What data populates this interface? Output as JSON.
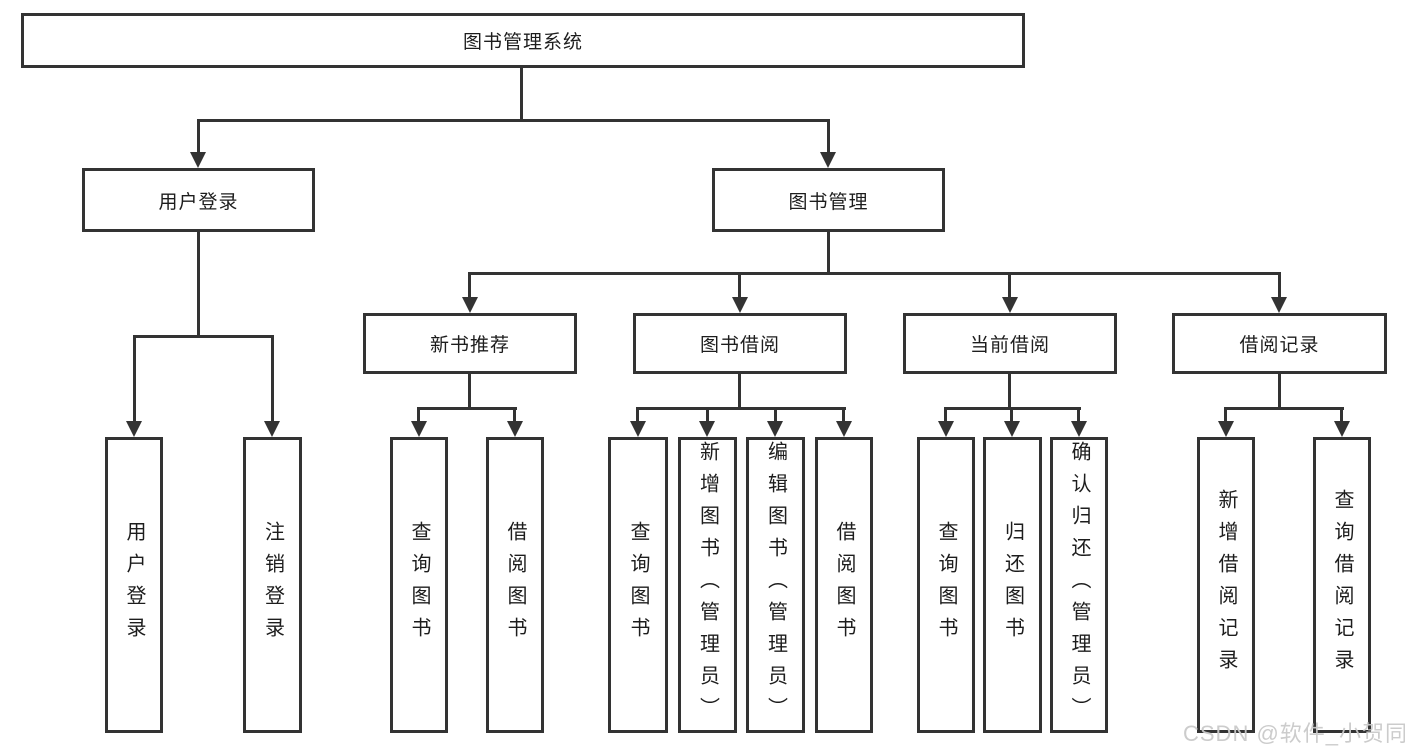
{
  "tree": {
    "root": {
      "label": "图书管理系统",
      "children": [
        {
          "label": "用户登录",
          "children": [
            {
              "label": "用户登录"
            },
            {
              "label": "注销登录"
            }
          ]
        },
        {
          "label": "图书管理",
          "children": [
            {
              "label": "新书推荐",
              "children": [
                {
                  "label": "查询图书"
                },
                {
                  "label": "借阅图书"
                }
              ]
            },
            {
              "label": "图书借阅",
              "children": [
                {
                  "label": "查询图书"
                },
                {
                  "label": "新增图书（管理员）"
                },
                {
                  "label": "编辑图书（管理员）"
                },
                {
                  "label": "借阅图书"
                }
              ]
            },
            {
              "label": "当前借阅",
              "children": [
                {
                  "label": "查询图书"
                },
                {
                  "label": "归还图书"
                },
                {
                  "label": "确认归还（管理员）"
                }
              ]
            },
            {
              "label": "借阅记录",
              "children": [
                {
                  "label": "新增借阅记录"
                },
                {
                  "label": "查询借阅记录"
                }
              ]
            }
          ]
        }
      ]
    }
  },
  "watermark": {
    "text": "CSDN @软件_小贺同学"
  },
  "colors": {
    "line": "#333333",
    "text": "#1d1d1d",
    "watermark": "#c9c9c9",
    "canvas": "#ffffff"
  }
}
